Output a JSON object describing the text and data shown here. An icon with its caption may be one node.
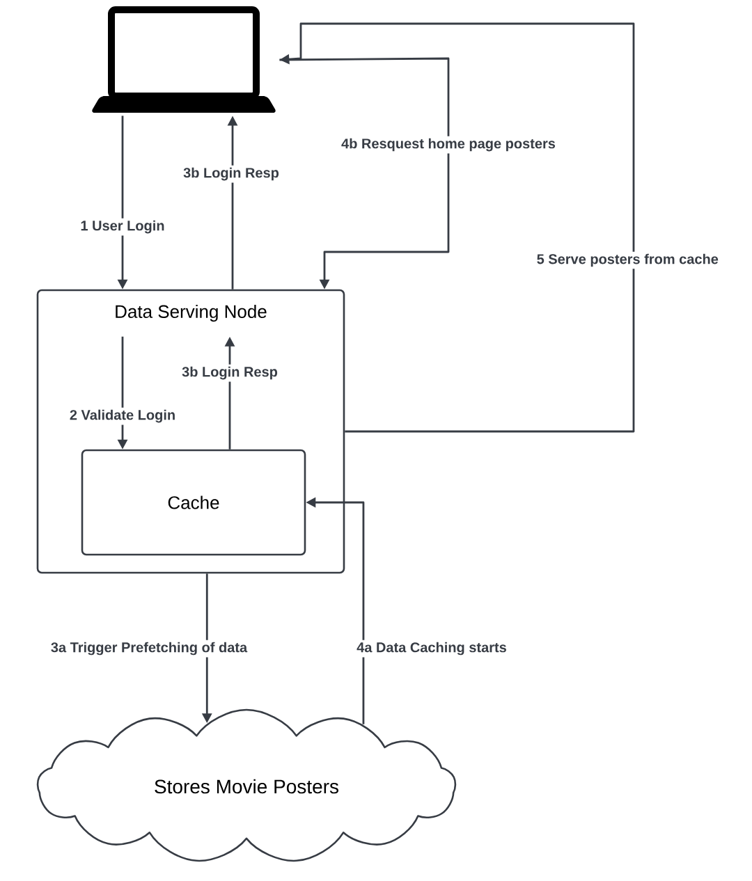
{
  "diagram": {
    "nodes": [
      {
        "text": [],
        "shape": "laptop"
      },
      {
        "text": [
          "Data Serving Node"
        ]
      },
      {
        "text": [
          "Cache"
        ],
        "in": 1
      },
      {
        "text": [
          "Stores Movie Posters"
        ]
      }
    ],
    "edges": [
      {
        "from": 0,
        "to": 1,
        "arrow": "to",
        "label": "1 User Login"
      },
      {
        "from": 1,
        "to": 0,
        "arrow": "to",
        "label": "3b Login Resp"
      },
      {
        "from": 0,
        "to": 1,
        "arrow": "to",
        "label": "4b Resquest home page posters"
      },
      {
        "from": 1,
        "to": 0,
        "arrow": "to",
        "label": "5 Serve posters from cache"
      },
      {
        "from": 1,
        "to": 2,
        "arrow": "to",
        "label": "2 Validate Login"
      },
      {
        "from": 2,
        "to": 1,
        "arrow": "to",
        "label": "3b Login Resp"
      },
      {
        "from": 1,
        "to": 3,
        "arrow": "to",
        "label": "3a Trigger Prefetching of data"
      },
      {
        "from": 3,
        "to": 2,
        "arrow": "to",
        "label": "4a Data Caching starts"
      }
    ]
  }
}
